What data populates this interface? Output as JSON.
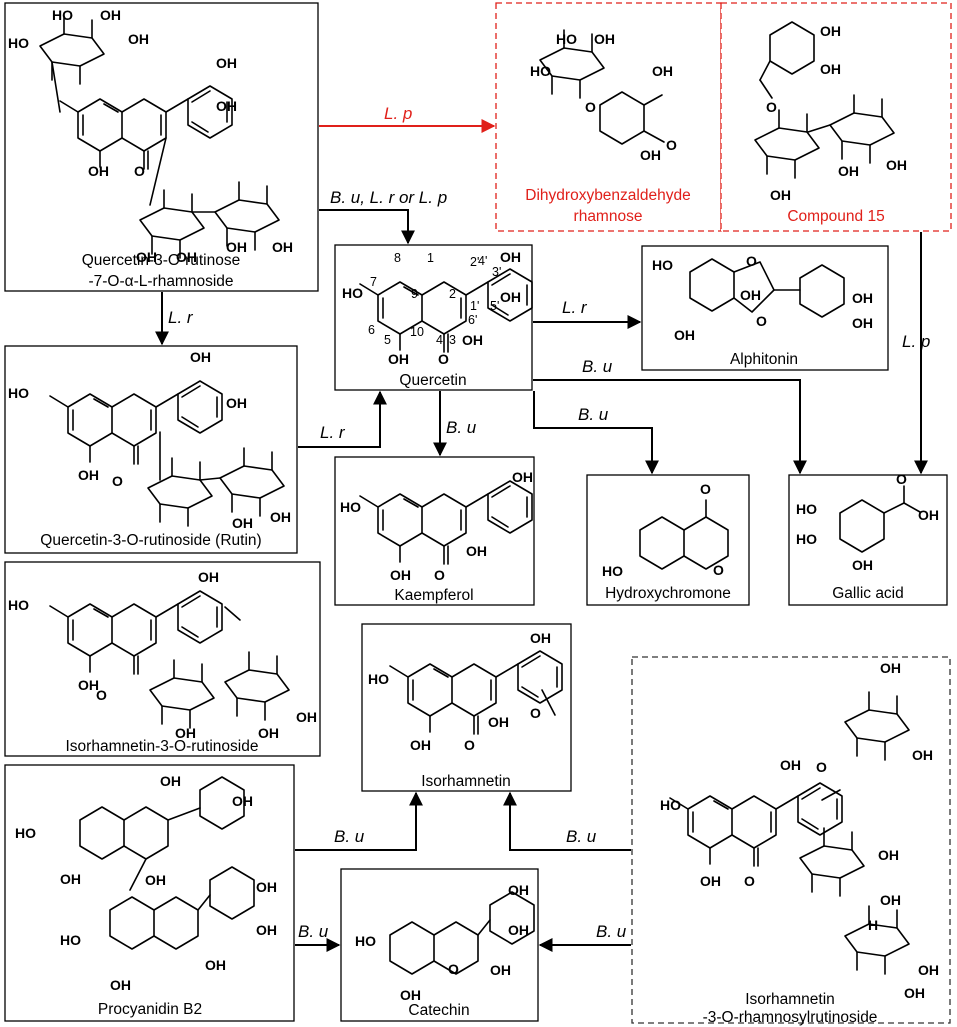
{
  "compounds": {
    "qrr": {
      "line1": "Quercetin-3-O-rutinose",
      "line2": "-7-O-α-L-rhamnoside"
    },
    "rutin": {
      "name": "Quercetin-3-O-rutinoside (Rutin)"
    },
    "iso_rut": {
      "name": "Isorhamnetin-3-O-rutinoside"
    },
    "procyanidin": {
      "name": "Procyanidin B2"
    },
    "quercetin": {
      "name": "Quercetin"
    },
    "kaempferol": {
      "name": "Kaempferol"
    },
    "isorhamnetin": {
      "name": "Isorhamnetin"
    },
    "catechin": {
      "name": "Catechin"
    },
    "alphitonin": {
      "name": "Alphitonin"
    },
    "hydroxychromone": {
      "name": "Hydroxychromone"
    },
    "gallic": {
      "name": "Gallic acid"
    },
    "dhb": {
      "line1": "Dihydroxybenzaldehyde",
      "line2": "rhamnose"
    },
    "c15": {
      "name": "Compound 15"
    },
    "iso_rr": {
      "line1": "Isorhamnetin",
      "line2": "-3-O-rhamnosylrutinoside"
    }
  },
  "arrows": {
    "lp_top": "L. p",
    "bu_lr_lp": "B. u, L. r or L. p",
    "lr_rutin": "L. r",
    "lr_rutin_quercetin": "L. r",
    "lr_alphitonin": "L. r",
    "bu_gallic": "B. u",
    "bu_hydroxychromone": "B. u",
    "bu_kaempferol": "B. u",
    "lp_gallic": "L. p",
    "bu_procyanidin_iso": "B. u",
    "bu_procyanidin_cat": "B. u",
    "bu_isorr_iso": "B. u",
    "bu_isorr_cat": "B. u"
  },
  "atoms": {
    "OH": "OH",
    "HO": "HO",
    "O": "O",
    "H": "H"
  },
  "ring_numbers": [
    "1",
    "2",
    "3",
    "4",
    "5",
    "6",
    "7",
    "8",
    "9",
    "10",
    "1'",
    "2'",
    "3'",
    "4'",
    "5'",
    "6'"
  ],
  "colors": {
    "highlight": "#e0201a",
    "line": "#000000",
    "dashed_box": "#333333"
  }
}
